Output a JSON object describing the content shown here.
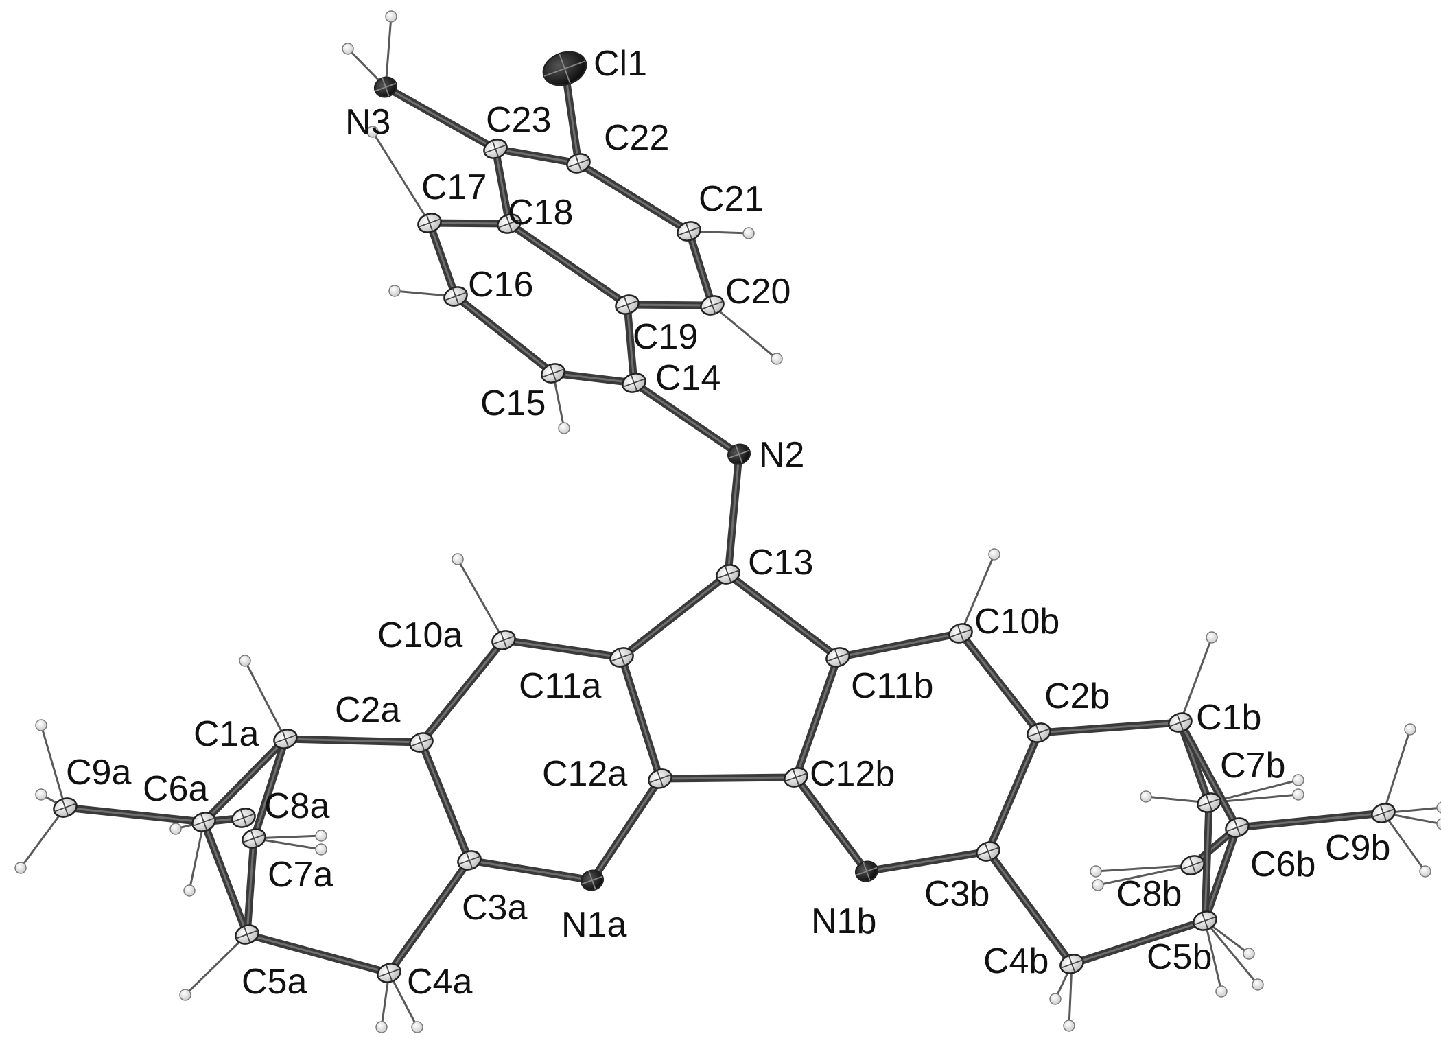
{
  "atoms": [
    {
      "id": "Cl1",
      "label": "Cl1",
      "element": "Cl"
    },
    {
      "id": "N3",
      "label": "N3",
      "element": "N"
    },
    {
      "id": "C23",
      "label": "C23",
      "element": "C"
    },
    {
      "id": "C22",
      "label": "C22",
      "element": "C"
    },
    {
      "id": "C21",
      "label": "C21",
      "element": "C"
    },
    {
      "id": "C17",
      "label": "C17",
      "element": "C"
    },
    {
      "id": "C18",
      "label": "C18",
      "element": "C"
    },
    {
      "id": "C16",
      "label": "C16",
      "element": "C"
    },
    {
      "id": "C20",
      "label": "C20",
      "element": "C"
    },
    {
      "id": "C19",
      "label": "C19",
      "element": "C"
    },
    {
      "id": "C14",
      "label": "C14",
      "element": "C"
    },
    {
      "id": "C15",
      "label": "C15",
      "element": "C"
    },
    {
      "id": "N2",
      "label": "N2",
      "element": "N"
    },
    {
      "id": "C13",
      "label": "C13",
      "element": "C"
    },
    {
      "id": "C10a",
      "label": "C10a",
      "element": "C"
    },
    {
      "id": "C10b",
      "label": "C10b",
      "element": "C"
    },
    {
      "id": "C11a",
      "label": "C11a",
      "element": "C"
    },
    {
      "id": "C11b",
      "label": "C11b",
      "element": "C"
    },
    {
      "id": "C2a",
      "label": "C2a",
      "element": "C"
    },
    {
      "id": "C2b",
      "label": "C2b",
      "element": "C"
    },
    {
      "id": "C1a",
      "label": "C1a",
      "element": "C"
    },
    {
      "id": "C1b",
      "label": "C1b",
      "element": "C"
    },
    {
      "id": "C12a",
      "label": "C12a",
      "element": "C"
    },
    {
      "id": "C12b",
      "label": "C12b",
      "element": "C"
    },
    {
      "id": "C9a",
      "label": "C9a",
      "element": "C"
    },
    {
      "id": "C6a",
      "label": "C6a",
      "element": "C"
    },
    {
      "id": "C8a",
      "label": "C8a",
      "element": "C"
    },
    {
      "id": "C7a",
      "label": "C7a",
      "element": "C"
    },
    {
      "id": "C7b",
      "label": "C7b",
      "element": "C"
    },
    {
      "id": "C6b",
      "label": "C6b",
      "element": "C"
    },
    {
      "id": "C9b",
      "label": "C9b",
      "element": "C"
    },
    {
      "id": "C8b",
      "label": "C8b",
      "element": "C"
    },
    {
      "id": "C3a",
      "label": "C3a",
      "element": "C"
    },
    {
      "id": "C3b",
      "label": "C3b",
      "element": "C"
    },
    {
      "id": "N1a",
      "label": "N1a",
      "element": "N"
    },
    {
      "id": "N1b",
      "label": "N1b",
      "element": "N"
    },
    {
      "id": "C5a",
      "label": "C5a",
      "element": "C"
    },
    {
      "id": "C5b",
      "label": "C5b",
      "element": "C"
    },
    {
      "id": "C4a",
      "label": "C4a",
      "element": "C"
    },
    {
      "id": "C4b",
      "label": "C4b",
      "element": "C"
    }
  ],
  "bonds": [
    [
      "N3",
      "C23"
    ],
    [
      "C23",
      "C22"
    ],
    [
      "C22",
      "Cl1"
    ],
    [
      "C22",
      "C21"
    ],
    [
      "C21",
      "C20"
    ],
    [
      "C20",
      "C19"
    ],
    [
      "C19",
      "C18"
    ],
    [
      "C18",
      "C23"
    ],
    [
      "C18",
      "C17"
    ],
    [
      "C17",
      "C16"
    ],
    [
      "C16",
      "C15"
    ],
    [
      "C15",
      "C14"
    ],
    [
      "C14",
      "C19"
    ],
    [
      "C14",
      "N2"
    ],
    [
      "N2",
      "C13"
    ],
    [
      "C13",
      "C11a"
    ],
    [
      "C13",
      "C11b"
    ],
    [
      "C11a",
      "C10a"
    ],
    [
      "C10a",
      "C2a"
    ],
    [
      "C2a",
      "C3a"
    ],
    [
      "C3a",
      "N1a"
    ],
    [
      "N1a",
      "C12a"
    ],
    [
      "C12a",
      "C11a"
    ],
    [
      "C12a",
      "C12b"
    ],
    [
      "C12b",
      "C11b"
    ],
    [
      "C11b",
      "C10b"
    ],
    [
      "C10b",
      "C2b"
    ],
    [
      "C2b",
      "C3b"
    ],
    [
      "C3b",
      "N1b"
    ],
    [
      "N1b",
      "C12b"
    ],
    [
      "C2a",
      "C1a"
    ],
    [
      "C1a",
      "C6a"
    ],
    [
      "C1a",
      "C7a"
    ],
    [
      "C6a",
      "C9a"
    ],
    [
      "C6a",
      "C8a"
    ],
    [
      "C6a",
      "C5a"
    ],
    [
      "C7a",
      "C5a"
    ],
    [
      "C5a",
      "C4a"
    ],
    [
      "C4a",
      "C3a"
    ],
    [
      "C2b",
      "C1b"
    ],
    [
      "C1b",
      "C7b"
    ],
    [
      "C1b",
      "C6b"
    ],
    [
      "C6b",
      "C9b"
    ],
    [
      "C6b",
      "C8b"
    ],
    [
      "C6b",
      "C5b"
    ],
    [
      "C7b",
      "C5b"
    ],
    [
      "C5b",
      "C4b"
    ],
    [
      "C4b",
      "C3b"
    ]
  ],
  "colors": {
    "bond": "#3a3a3a",
    "bond_highlight": "#6f6f6f",
    "carbon_fill": "#e4e4e4",
    "carbon_stroke": "#222222",
    "nitrogen_fill": "#151515",
    "chlorine_fill": "#1c1c1c",
    "hydrogen_fill": "#f2f2f2",
    "hydrogen_stroke": "#7a7a7a",
    "label": "#111111"
  }
}
